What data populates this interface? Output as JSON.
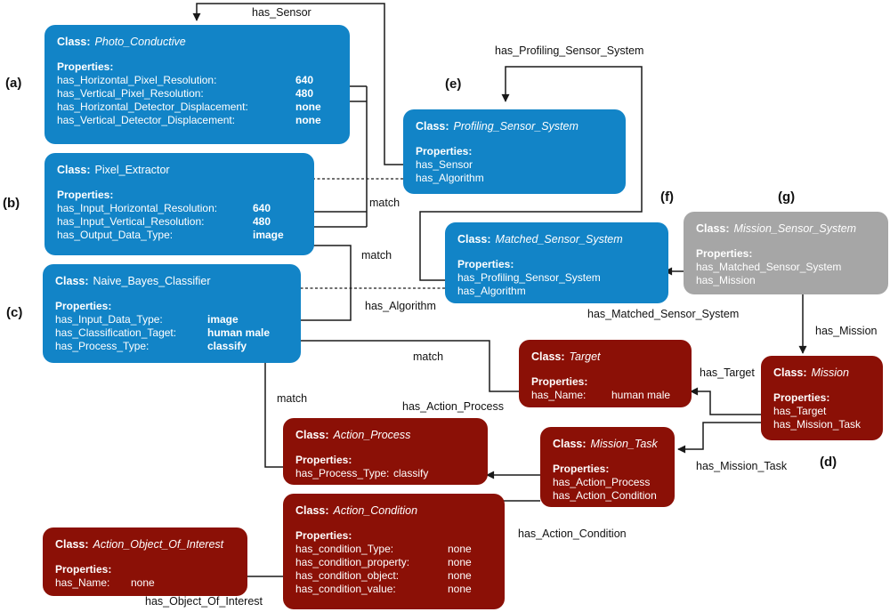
{
  "panels": {
    "a": "(a)",
    "b": "(b)",
    "c": "(c)",
    "d": "(d)",
    "e": "(e)",
    "f": "(f)",
    "g": "(g)"
  },
  "colors": {
    "sensor_system_blue": "#1284c7",
    "mission_red": "#8b1006",
    "generic_gray": "#a6a6a6",
    "wire_black": "#1a1a1a"
  },
  "edges": {
    "has_sensor": "has_Sensor",
    "has_profiling_sensor_system": "has_Profiling_Sensor_System",
    "has_algorithm_e": "has_Algorithm",
    "has_algorithm_f": "has_Algorithm",
    "match_ab": "match",
    "match_bc": "match",
    "match_c_target": "match",
    "match_c_process": "match",
    "has_matched_sensor_system": "has_Matched_Sensor_System",
    "has_target": "has_Target",
    "has_mission": "has_Mission",
    "has_mission_task": "has_Mission_Task",
    "has_action_process": "has_Action_Process",
    "has_action_condition": "has_Action_Condition",
    "has_object_of_interest": "has_Object_Of_Interest"
  },
  "boxes": {
    "photo_conductive": {
      "class_label": "Class:",
      "name": "Photo_Conductive",
      "properties_label": "Properties:",
      "properties": [
        {
          "name": "has_Horizontal_Pixel_Resolution:",
          "value": "640"
        },
        {
          "name": "has_Vertical_Pixel_Resolution:",
          "value": "480"
        },
        {
          "name": "has_Horizontal_Detector_Displacement:",
          "value": "none"
        },
        {
          "name": "has_Vertical_Detector_Displacement:",
          "value": "none"
        }
      ]
    },
    "pixel_extractor": {
      "class_label": "Class:",
      "name": "Pixel_Extractor",
      "properties_label": "Properties:",
      "properties": [
        {
          "name": "has_Input_Horizontal_Resolution:",
          "value": "640"
        },
        {
          "name": "has_Input_Vertical_Resolution:",
          "value": "480"
        },
        {
          "name": "has_Output_Data_Type:",
          "value": "image"
        }
      ]
    },
    "naive_bayes_classifier": {
      "class_label": "Class:",
      "name": "Naive_Bayes_Classifier",
      "properties_label": "Properties:",
      "properties": [
        {
          "name": "has_Input_Data_Type:",
          "value": "image"
        },
        {
          "name": "has_Classification_Taget:",
          "value": "human male"
        },
        {
          "name": "has_Process_Type:",
          "value": "classify"
        }
      ]
    },
    "profiling_sensor_system": {
      "class_label": "Class:",
      "name": "Profiling_Sensor_System",
      "properties_label": "Properties:",
      "properties": [
        {
          "name": "has_Sensor"
        },
        {
          "name": "has_Algorithm"
        }
      ]
    },
    "matched_sensor_system": {
      "class_label": "Class:",
      "name": "Matched_Sensor_System",
      "properties_label": "Properties:",
      "properties": [
        {
          "name": "has_Profiling_Sensor_System"
        },
        {
          "name": "has_Algorithm"
        }
      ]
    },
    "mission_sensor_system": {
      "class_label": "Class:",
      "name": "Mission_Sensor_System",
      "properties_label": "Properties:",
      "properties": [
        {
          "name": "has_Matched_Sensor_System"
        },
        {
          "name": "has_Mission"
        }
      ]
    },
    "target": {
      "class_label": "Class:",
      "name": "Target",
      "properties_label": "Properties:",
      "properties": [
        {
          "name": "has_Name:",
          "value": "human male"
        }
      ]
    },
    "mission": {
      "class_label": "Class:",
      "name": "Mission",
      "properties_label": "Properties:",
      "properties": [
        {
          "name": "has_Target"
        },
        {
          "name": "has_Mission_Task"
        }
      ]
    },
    "mission_task": {
      "class_label": "Class:",
      "name": "Mission_Task",
      "properties_label": "Properties:",
      "properties": [
        {
          "name": "has_Action_Process"
        },
        {
          "name": "has_Action_Condition"
        }
      ]
    },
    "action_process": {
      "class_label": "Class:",
      "name": "Action_Process",
      "properties_label": "Properties:",
      "properties": [
        {
          "name": "has_Process_Type:",
          "value": "classify"
        }
      ]
    },
    "action_condition": {
      "class_label": "Class:",
      "name": "Action_Condition",
      "properties_label": "Properties:",
      "properties": [
        {
          "name": "has_condition_Type:",
          "value": "none"
        },
        {
          "name": "has_condition_property:",
          "value": "none"
        },
        {
          "name": "has_condition_object:",
          "value": "none"
        },
        {
          "name": "has_condition_value:",
          "value": "none"
        }
      ]
    },
    "action_object_of_interest": {
      "class_label": "Class:",
      "name": "Action_Object_Of_Interest",
      "properties_label": "Properties:",
      "properties": [
        {
          "name": "has_Name:",
          "value": "none"
        }
      ]
    }
  }
}
